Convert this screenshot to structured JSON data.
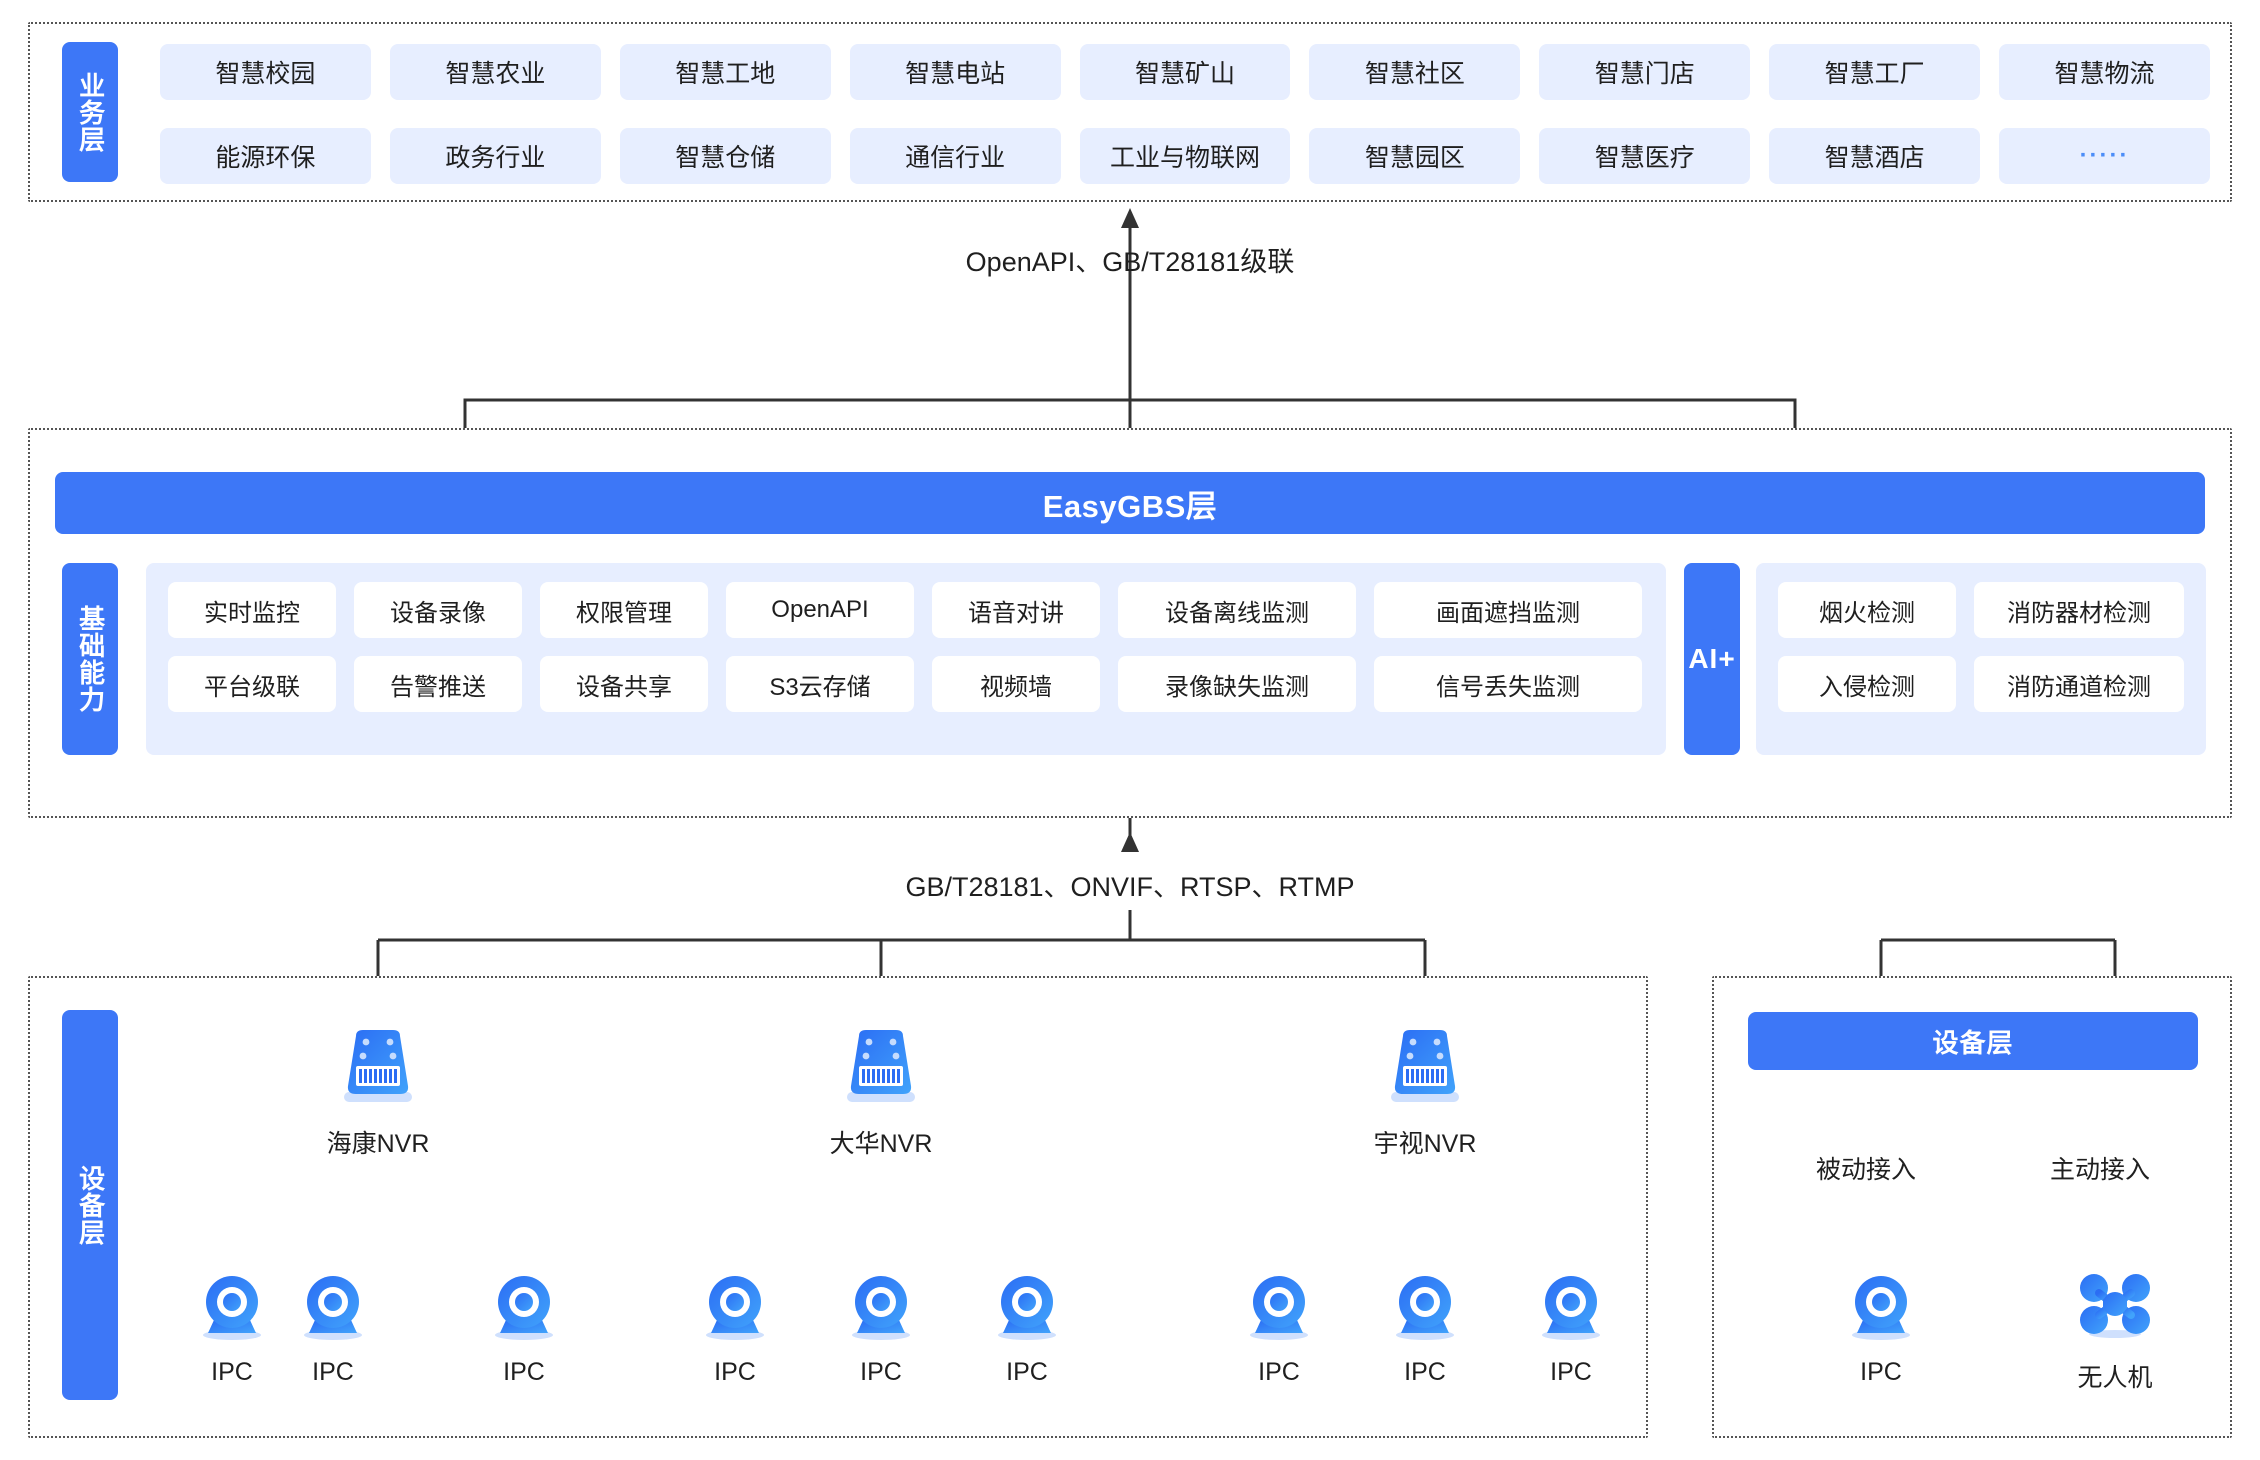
{
  "business_layer": {
    "side_label": "业务层",
    "rows": [
      [
        "智慧校园",
        "智慧农业",
        "智慧工地",
        "智慧电站",
        "智慧矿山",
        "智慧社区",
        "智慧门店",
        "智慧工厂",
        "智慧物流"
      ],
      [
        "能源环保",
        "政务行业",
        "智慧仓储",
        "通信行业",
        "工业与物联网",
        "智慧园区",
        "智慧医疗",
        "智慧酒店",
        "·····"
      ]
    ]
  },
  "connector_top": "OpenAPI、GB/T28181级联",
  "platform_layer": {
    "title": "EasyGBS层",
    "side_label": "基础能力",
    "capabilities": [
      [
        "实时监控",
        "设备录像",
        "权限管理",
        "OpenAPI",
        "语音对讲",
        "设备离线监测",
        "画面遮挡监测"
      ],
      [
        "平台级联",
        "告警推送",
        "设备共享",
        "S3云存储",
        "视频墙",
        "录像缺失监测",
        "信号丢失监测"
      ]
    ],
    "ai": {
      "label": "AI+",
      "items": [
        [
          "烟火检测",
          "消防器材检测"
        ],
        [
          "入侵检测",
          "消防通道检测"
        ]
      ]
    }
  },
  "connector_bottom": "GB/T28181、ONVIF、RTSP、RTMP",
  "device_layer_left": {
    "side_label": "设备层",
    "groups": [
      {
        "nvr": "海康NVR",
        "cameras": [
          "IPC",
          "IPC",
          "IPC"
        ]
      },
      {
        "nvr": "大华NVR",
        "cameras": [
          "IPC",
          "IPC",
          "IPC"
        ]
      },
      {
        "nvr": "宇视NVR",
        "cameras": [
          "IPC",
          "IPC",
          "IPC"
        ]
      }
    ]
  },
  "device_layer_right": {
    "title": "设备层",
    "branches": [
      {
        "mode": "被动接入",
        "device": "IPC",
        "icon": "ipc-camera-icon"
      },
      {
        "mode": "主动接入",
        "device": "无人机",
        "icon": "drone-icon"
      }
    ]
  },
  "colors": {
    "brand_blue": "#3d77f7",
    "tag_bg": "#e7eeff",
    "line": "#333333"
  }
}
